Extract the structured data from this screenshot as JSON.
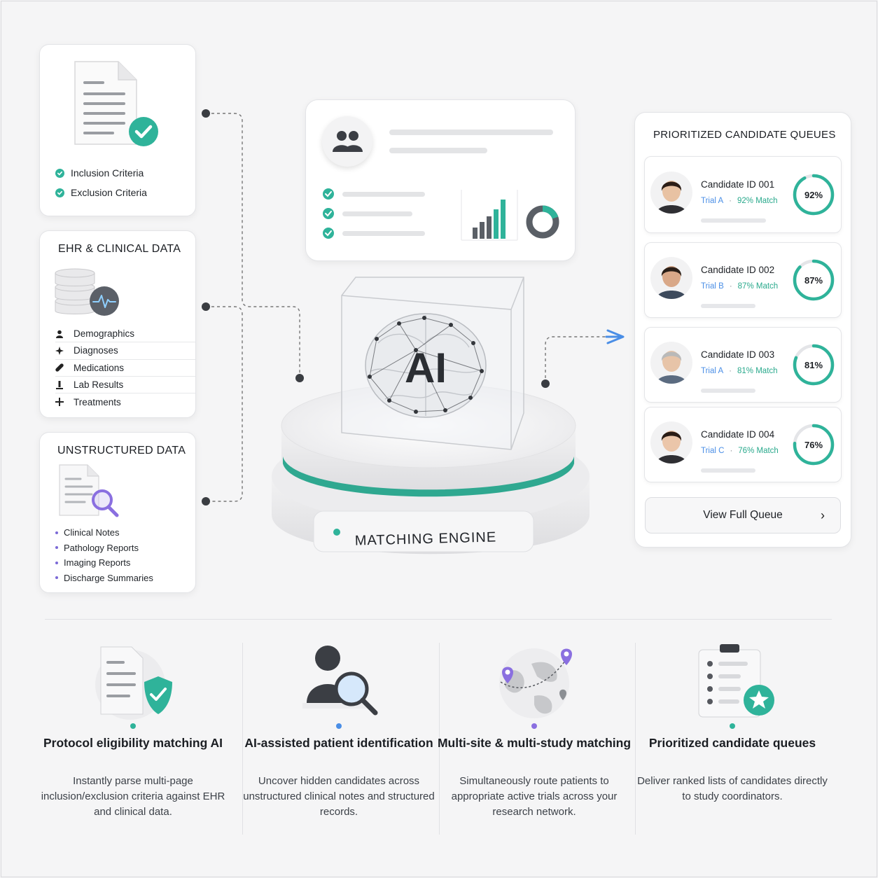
{
  "protocol_card": {
    "items": [
      "Inclusion Criteria",
      "Exclusion Criteria"
    ]
  },
  "ehr_card": {
    "title": "EHR & CLINICAL DATA",
    "items": [
      {
        "label": "Demographics",
        "icon": "person-icon"
      },
      {
        "label": "Diagnoses",
        "icon": "diagnosis-icon"
      },
      {
        "label": "Medications",
        "icon": "pill-icon"
      },
      {
        "label": "Lab Results",
        "icon": "lab-icon"
      },
      {
        "label": "Treatments",
        "icon": "plus-icon"
      }
    ]
  },
  "unstructured_card": {
    "title": "UNSTRUCTURED DATA",
    "items": [
      "Clinical Notes",
      "Pathology Reports",
      "Imaging Reports",
      "Discharge Summaries"
    ]
  },
  "engine": {
    "cube_text": "AI",
    "label": "MATCHING ENGINE"
  },
  "queue": {
    "title": "PRIORITIZED CANDIDATE QUEUES",
    "candidates": [
      {
        "id": "Candidate ID 001",
        "trial": "Trial A",
        "match_text": "92% Match",
        "percent_label": "92%",
        "match": 92
      },
      {
        "id": "Candidate ID 002",
        "trial": "Trial B",
        "match_text": "87% Match",
        "percent_label": "87%",
        "match": 87
      },
      {
        "id": "Candidate ID 003",
        "trial": "Trial A",
        "match_text": "81% Match",
        "percent_label": "81%",
        "match": 81
      },
      {
        "id": "Candidate ID 004",
        "trial": "Trial C",
        "match_text": "76% Match",
        "percent_label": "76%",
        "match": 76
      }
    ],
    "view_button": "View Full Queue"
  },
  "features": [
    {
      "title": "Protocol eligibility matching AI",
      "desc": "Instantly parse multi-page inclusion/exclusion criteria against EHR and clinical data.",
      "dot_color": "#2fb39a"
    },
    {
      "title": "AI-assisted patient identification",
      "desc": "Uncover hidden candidates across unstructured clinical notes and structured records.",
      "dot_color": "#4a8ee6"
    },
    {
      "title": "Multi-site & multi-study matching",
      "desc": "Simultaneously route patients to appropriate active trials across your research network.",
      "dot_color": "#8a6fe0"
    },
    {
      "title": "Prioritized candidate queues",
      "desc": "Deliver ranked lists of candidates directly to study coordinators.",
      "dot_color": "#2fb39a"
    }
  ],
  "colors": {
    "accent_teal": "#2fb39a",
    "accent_blue": "#4a8ee6",
    "accent_purple": "#8a6fe0"
  }
}
